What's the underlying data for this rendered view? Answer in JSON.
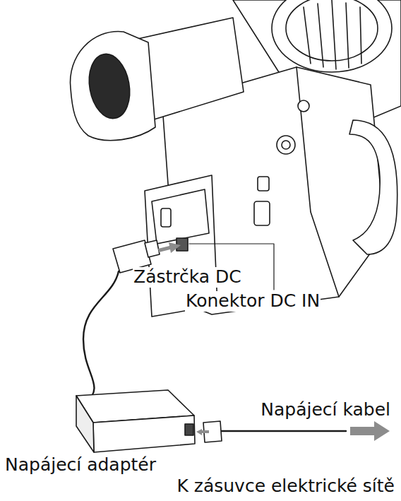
{
  "diagram": {
    "labels": [
      "Zástrčka DC",
      "Konektor DC IN",
      "Napájecí kabel",
      "Napájecí adaptér",
      "K zásuvce elektrické sítě"
    ]
  }
}
